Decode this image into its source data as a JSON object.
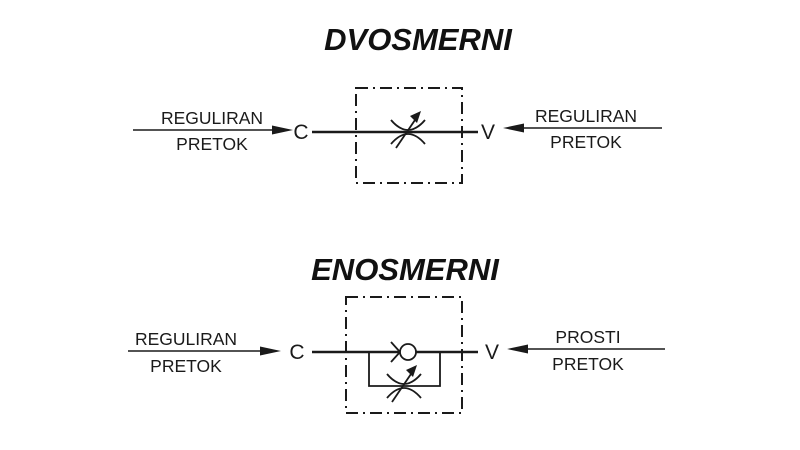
{
  "colors": {
    "line": "#1a1a1a",
    "background": "#ffffff"
  },
  "diagrams": [
    {
      "title": "DVOSMERNI",
      "left_label_line1": "REGULIRAN",
      "left_label_line2": "PRETOK",
      "right_label_line1": "REGULIRAN",
      "right_label_line2": "PRETOK",
      "port_left": "C",
      "port_right": "V",
      "symbols": [
        "adjustable-throttle"
      ]
    },
    {
      "title": "ENOSMERNI",
      "left_label_line1": "REGULIRAN",
      "left_label_line2": "PRETOK",
      "right_label_line1": "PROSTI",
      "right_label_line2": "PRETOK",
      "port_left": "C",
      "port_right": "V",
      "symbols": [
        "check-valve",
        "adjustable-throttle-bypass"
      ]
    }
  ]
}
